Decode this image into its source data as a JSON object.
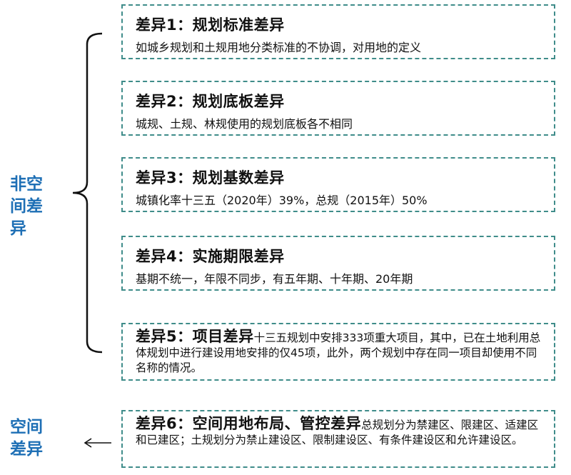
{
  "left_labels": {
    "non_spatial": [
      "非空",
      "间差",
      "异"
    ],
    "spatial": [
      "空间",
      "差异"
    ]
  },
  "differences": [
    {
      "title": "差异1：规划标准差异",
      "desc": "如城乡规划和土规用地分类标准的不协调，对用地的定义"
    },
    {
      "title": "差异2：规划底板差异",
      "desc": "城规、土规、林规使用的规划底板各不相同"
    },
    {
      "title": "差异3：规划基数差异",
      "desc": "城镇化率十三五（2020年）39%，总规（2015年）50%"
    },
    {
      "title": "差异4：实施期限差异",
      "desc": "基期不统一，年限不同步，有五年期、十年期、20年期"
    },
    {
      "title": "差异5：项目差异",
      "desc": "十三五规划中安排333项重大项目，其中，已在土地利用总体规划中进行建设用地安排的仅45项，此外，两个规划中存在同一项目却使用不同名称的情况。"
    },
    {
      "title": "差异6：空间用地布局、管控差异",
      "desc": "总规划分为禁建区、限建区、适建区和已建区；土规划分为禁止建设区、限制建设区、有条件建设区和允许建设区。"
    }
  ],
  "colors": {
    "border": "#3f8c8a",
    "label": "#1e6fb5",
    "bracket": "#111111"
  }
}
